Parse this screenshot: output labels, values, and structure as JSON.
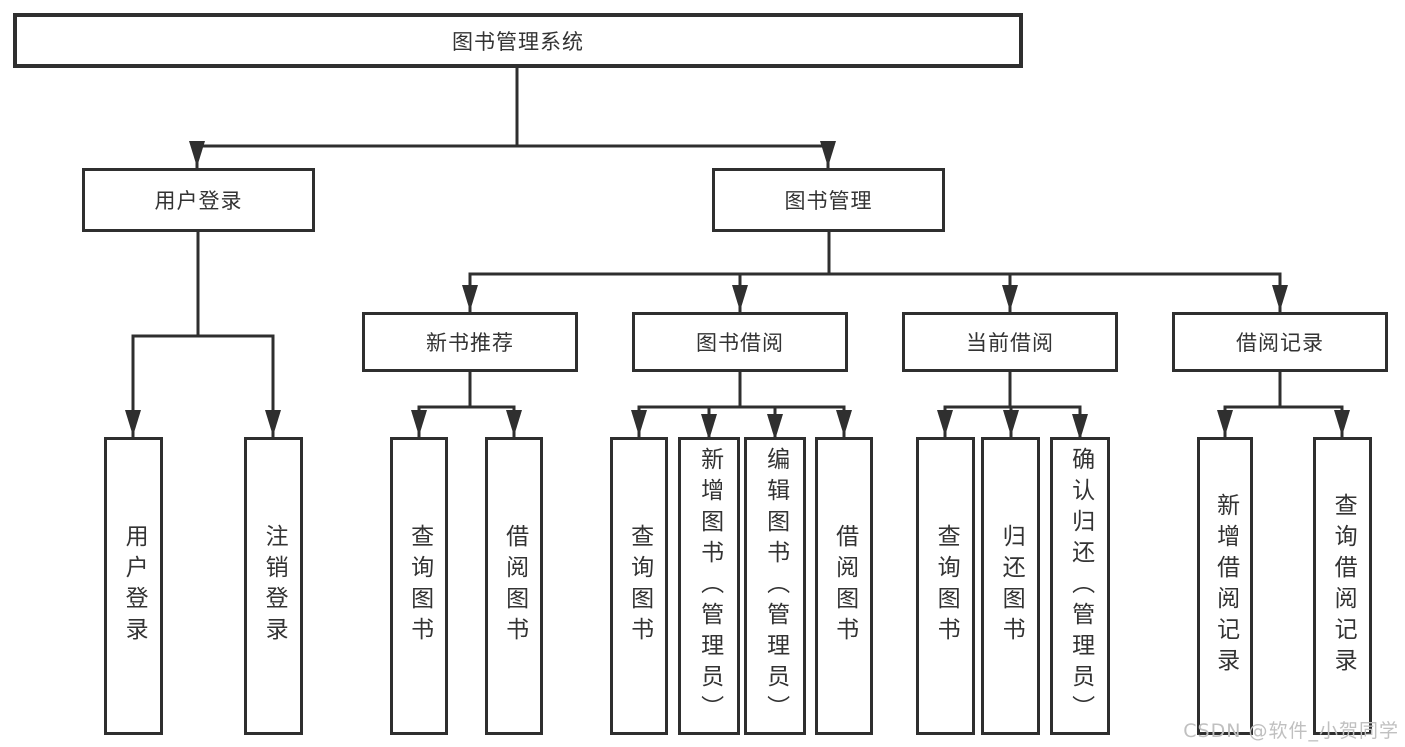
{
  "tree": {
    "root": {
      "label": "图书管理系统",
      "children": [
        {
          "label": "用户登录",
          "children": [
            {
              "label": "用户登录"
            },
            {
              "label": "注销登录"
            }
          ]
        },
        {
          "label": "图书管理",
          "children": [
            {
              "label": "新书推荐",
              "children": [
                {
                  "label": "查询图书"
                },
                {
                  "label": "借阅图书"
                }
              ]
            },
            {
              "label": "图书借阅",
              "children": [
                {
                  "label": "查询图书"
                },
                {
                  "label": "新增图书（管理员）"
                },
                {
                  "label": "编辑图书（管理员）"
                },
                {
                  "label": "借阅图书"
                }
              ]
            },
            {
              "label": "当前借阅",
              "children": [
                {
                  "label": "查询图书"
                },
                {
                  "label": "归还图书"
                },
                {
                  "label": "确认归还（管理员）"
                }
              ]
            },
            {
              "label": "借阅记录",
              "children": [
                {
                  "label": "新增借阅记录"
                },
                {
                  "label": "查询借阅记录"
                }
              ]
            }
          ]
        }
      ]
    }
  },
  "watermark": {
    "text": "CSDN @软件_小贺同学"
  },
  "colors": {
    "line": "#2f2f2f",
    "text": "#333333",
    "background": "#ffffff",
    "watermark": "#c0c0c0"
  }
}
